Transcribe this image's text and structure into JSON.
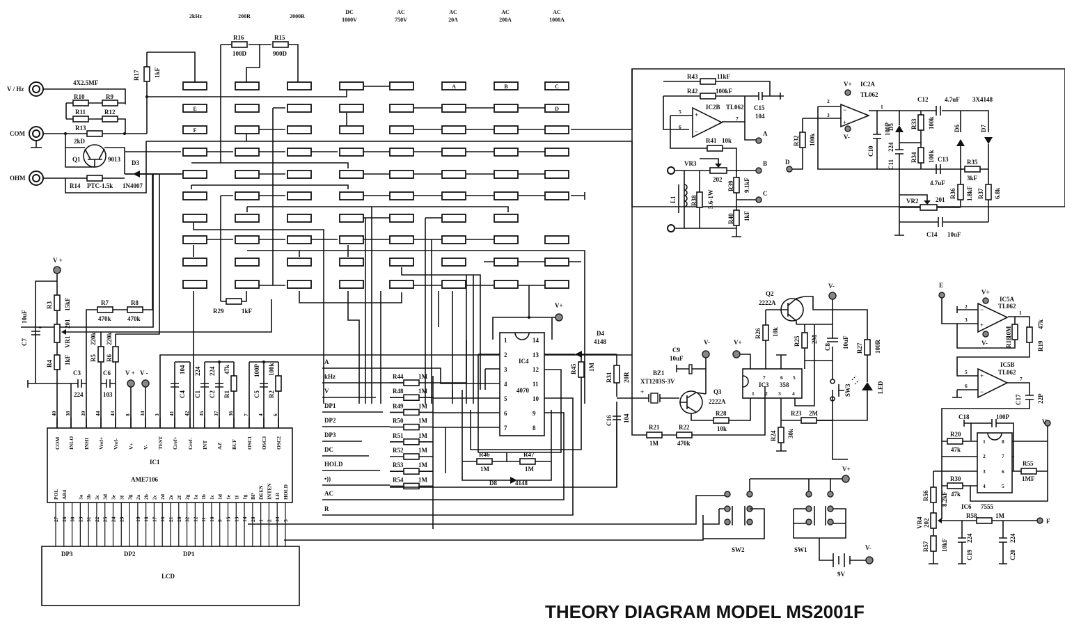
{
  "title": "THEORY DIAGRAM  MODEL MS2001F",
  "switch_columns": [
    {
      "line1": "2kHz",
      "line2": ""
    },
    {
      "line1": "200R",
      "line2": ""
    },
    {
      "line1": "2000R",
      "line2": ""
    },
    {
      "line1": "DC",
      "line2": "1000V"
    },
    {
      "line1": "AC",
      "line2": "750V"
    },
    {
      "line1": "AC",
      "line2": "20A"
    },
    {
      "line1": "AC",
      "line2": "200A"
    },
    {
      "line1": "AC",
      "line2": "1000A"
    }
  ],
  "switch_pad_labels": {
    "A": "A",
    "B": "B",
    "C": "C",
    "D": "D",
    "E": "E",
    "F": "F"
  },
  "jacks": [
    "V / Hz",
    "COM",
    "OHM"
  ],
  "input_section": {
    "r9_12_note": "4X2.5MF",
    "R9": "R9",
    "R10": "R10",
    "R11": "R11",
    "R12": "R12",
    "R13": "R13",
    "R13_val": "2kD",
    "Q1": "Q1",
    "Q1_val": "9013",
    "D3": "D3",
    "D3_val": "1N4007",
    "R14": "R14",
    "R14_val": "PTC-1.5k",
    "R17": "R17",
    "R17_val": "1kF",
    "R16": "R16",
    "R16_val": "100D",
    "R15": "R15",
    "R15_val": "900D"
  },
  "ref_section": {
    "vplus": "V +",
    "vminus": "V -",
    "R3": "R3",
    "R3_val": "15kF",
    "VR1": "VR1",
    "VR1_val": "201",
    "R4": "R4",
    "R4_val": "1kF",
    "C7": "C7",
    "C7_val": "10uF",
    "R7": "R7",
    "R7_val": "470k",
    "R8": "R8",
    "R8_val": "470k",
    "R5": "R5",
    "R5_val": "220k",
    "R6": "R6",
    "R6_val": "220k",
    "C3": "C3",
    "C3_val": "224",
    "C6": "C6",
    "C6_val": "103",
    "C4": "C4",
    "C4_val": "104",
    "C1": "C1",
    "C1_val": "224",
    "C2": "C2",
    "C2_val": "224",
    "R1": "R1",
    "R1_val": "47k",
    "C5": "C5",
    "C5_val": "100P",
    "R2": "R2",
    "R2_val": "100k",
    "R29": "R29",
    "R29_val": "1kF"
  },
  "ic1": {
    "name": "IC1",
    "part": "AME7106",
    "top_pins": [
      {
        "num": "40",
        "name": "COM"
      },
      {
        "num": "38",
        "name": "INLO"
      },
      {
        "num": "39",
        "name": "INHI"
      },
      {
        "num": "44",
        "name": "Vref+"
      },
      {
        "num": "43",
        "name": "Vref-"
      },
      {
        "num": "8",
        "name": "V+"
      },
      {
        "num": "34",
        "name": "V-"
      },
      {
        "num": "3",
        "name": "TEST"
      },
      {
        "num": "41",
        "name": "Cref+"
      },
      {
        "num": "42",
        "name": "Cref-"
      },
      {
        "num": "35",
        "name": "INT"
      },
      {
        "num": "37",
        "name": "AZ"
      },
      {
        "num": "36",
        "name": "BUF"
      },
      {
        "num": "7",
        "name": "OSC1"
      },
      {
        "num": "4",
        "name": "OSC3"
      },
      {
        "num": "6",
        "name": "OSC2"
      }
    ],
    "bottom_pins": [
      {
        "num": "27",
        "name": "POL"
      },
      {
        "num": "26",
        "name": "AB4"
      },
      {
        "num": "30",
        "name": ""
      },
      {
        "num": "23",
        "name": "3a"
      },
      {
        "num": "31",
        "name": "3b"
      },
      {
        "num": "22",
        "name": "3c"
      },
      {
        "num": "25",
        "name": "3d"
      },
      {
        "num": "24",
        "name": "3e"
      },
      {
        "num": "29",
        "name": "3f"
      },
      {
        "num": "",
        "name": "3g"
      },
      {
        "num": "19",
        "name": "2a"
      },
      {
        "num": "18",
        "name": "2b"
      },
      {
        "num": "17",
        "name": "2c"
      },
      {
        "num": "16",
        "name": "2d"
      },
      {
        "num": "21",
        "name": "2e"
      },
      {
        "num": "20",
        "name": "2f"
      },
      {
        "num": "32",
        "name": "2g"
      },
      {
        "num": "12",
        "name": "1a"
      },
      {
        "num": "11",
        "name": "1b"
      },
      {
        "num": "10",
        "name": "1c"
      },
      {
        "num": "9",
        "name": "1d"
      },
      {
        "num": "15",
        "name": "1e"
      },
      {
        "num": "13",
        "name": "1f"
      },
      {
        "num": "14",
        "name": "1g"
      },
      {
        "num": "28",
        "name": "BP"
      },
      {
        "num": "1",
        "name": "DEEN"
      },
      {
        "num": "2",
        "name": "INTEN"
      },
      {
        "num": "33",
        "name": "LB"
      },
      {
        "num": "5",
        "name": "HOLD"
      }
    ]
  },
  "lcd": {
    "name": "LCD",
    "dp3": "DP3",
    "dp2": "DP2",
    "dp1": "DP1"
  },
  "ic4_section": {
    "signals": [
      "A",
      "kHz",
      "V",
      "DP1",
      "DP2",
      "DP3",
      "DC",
      "HOLD",
      "•))",
      "AC",
      "R"
    ],
    "resistors": [
      {
        "ref": "R44",
        "val": "1M"
      },
      {
        "ref": "R48",
        "val": "1M"
      },
      {
        "ref": "R49",
        "val": "1M"
      },
      {
        "ref": "R50",
        "val": "1M"
      },
      {
        "ref": "R51",
        "val": "1M"
      },
      {
        "ref": "R52",
        "val": "1M"
      },
      {
        "ref": "R53",
        "val": "1M"
      },
      {
        "ref": "R54",
        "val": "1M"
      }
    ],
    "ic4": "IC4",
    "ic4_part": "4070",
    "left_pins": [
      "1",
      "2",
      "3",
      "4",
      "5",
      "6",
      "7"
    ],
    "right_pins": [
      "14",
      "13",
      "12",
      "11",
      "10",
      "9",
      "8"
    ],
    "vplus": "V+",
    "R46": "R46",
    "R46_val": "1M",
    "R47": "R47",
    "R47_val": "1M",
    "D8": "D8",
    "D8_val": "4148",
    "D4": "D4",
    "D4_val": "4148",
    "R45": "R45",
    "R45_val": "1M",
    "R31": "R31",
    "R31_val": "20R",
    "C16": "C16",
    "C16_val": "104"
  },
  "buzzer_section": {
    "C9": "C9",
    "C9_val": "10uF",
    "vminus": "V-",
    "vplus": "V+",
    "BZ1": "BZ1",
    "BZ1_val": "XT1203S-3V",
    "Q3": "Q3",
    "Q3_val": "2222A",
    "R28": "R28",
    "R28_val": "10k",
    "R21": "R21",
    "R21_val": "1M",
    "R22": "R22",
    "R22_val": "470k",
    "IC3": "IC3",
    "IC3_part": "358",
    "Q2": "Q2",
    "Q2_val": "2222A",
    "R26": "R26",
    "R26_val": "10k",
    "R25": "R25",
    "R25_val": "2M",
    "C8": "C8",
    "C8_val": "10uF",
    "R27": "R27",
    "R27_val": "100R",
    "LED": "LED",
    "SW3": "SW3",
    "R23": "R23",
    "R23_val": "2M",
    "R24": "R24",
    "R24_val": "30k",
    "vminus_top": "V-"
  },
  "power_section": {
    "SW2": "SW2",
    "SW1": "SW1",
    "battery": "9V",
    "vplus": "V+",
    "vminus": "V-"
  },
  "ic2b_section": {
    "R43": "R43",
    "R43_val": "11kF",
    "R42": "R42",
    "R42_val": "100kF",
    "IC2B": "IC2B",
    "IC2B_part": "TL062",
    "C15": "C15",
    "C15_val": "104",
    "R41": "R41",
    "R41_val": "10k",
    "VR3": "VR3",
    "VR3_val": "202",
    "L1": "L1",
    "R38": "R38",
    "R38_val": "5.6-1W",
    "R39": "R39",
    "R39_val": "9.1kF",
    "R40": "R40",
    "R40_val": "1kF",
    "pin5": "5",
    "pin6": "6",
    "pin7": "7",
    "outA": "A",
    "outB": "B",
    "outC": "C"
  },
  "ic2a_section": {
    "vplus": "V+",
    "vminus": "V-",
    "IC2A": "IC2A",
    "IC2A_part": "TL062",
    "pin2": "2",
    "pin3": "3",
    "pin1": "1",
    "R32": "R32",
    "R32_val": "100k",
    "inD": "D",
    "C10": "C10",
    "C10_val": "100P",
    "C11": "C11",
    "C11_val": "224",
    "D5": "D5",
    "D6": "D6",
    "D7": "D7",
    "diodes_val": "3X4148",
    "R33": "R33",
    "R33_val": "100k",
    "R34": "R34",
    "R34_val": "100k",
    "C12": "C12",
    "C12_val": "4.7uF",
    "C13": "C13",
    "C13_val": "4.7uF",
    "R35": "R35",
    "R35_val": "3kF",
    "R36": "R36",
    "R36_val": "1.8kF",
    "R37": "R37",
    "R37_val": "6.8k",
    "VR2": "VR2",
    "VR2_val": "201",
    "C14": "C14",
    "C14_val": "10uF"
  },
  "ic5_section": {
    "inE": "E",
    "vplus": "V+",
    "vminus": "V-",
    "IC5A": "IC5A",
    "IC5A_part": "TL062",
    "IC5B": "IC5B",
    "IC5B_part": "TL062",
    "R18": "R18",
    "R18_val": "10M",
    "R19": "R19",
    "R19_val": "47k",
    "C17": "C17",
    "C17_val": "22P",
    "pinA2": "2",
    "pinA3": "3",
    "pinA1": "1",
    "pinB5": "5",
    "pinB6": "6",
    "pinB7": "7"
  },
  "ic6_section": {
    "C18": "C18",
    "C18_val": "100P",
    "vplus": "V+",
    "R20": "R20",
    "R20_val": "47k",
    "R30": "R30",
    "R30_val": "47k",
    "R55": "R55",
    "R55_val": "1MF",
    "IC6": "IC6",
    "IC6_part": "7555",
    "left_pins": [
      "1",
      "2",
      "3",
      "4"
    ],
    "right_pins": [
      "8",
      "7",
      "6",
      "5"
    ],
    "R56": "R56",
    "R56_val": "8.2kF",
    "VR4": "VR4",
    "VR4_val": "202",
    "R57": "R57",
    "R57_val": "10kF",
    "R58": "R58",
    "R58_val": "1M",
    "C19": "C19",
    "C19_val": "224",
    "C20": "C20",
    "C20_val": "224",
    "outF": "F"
  }
}
